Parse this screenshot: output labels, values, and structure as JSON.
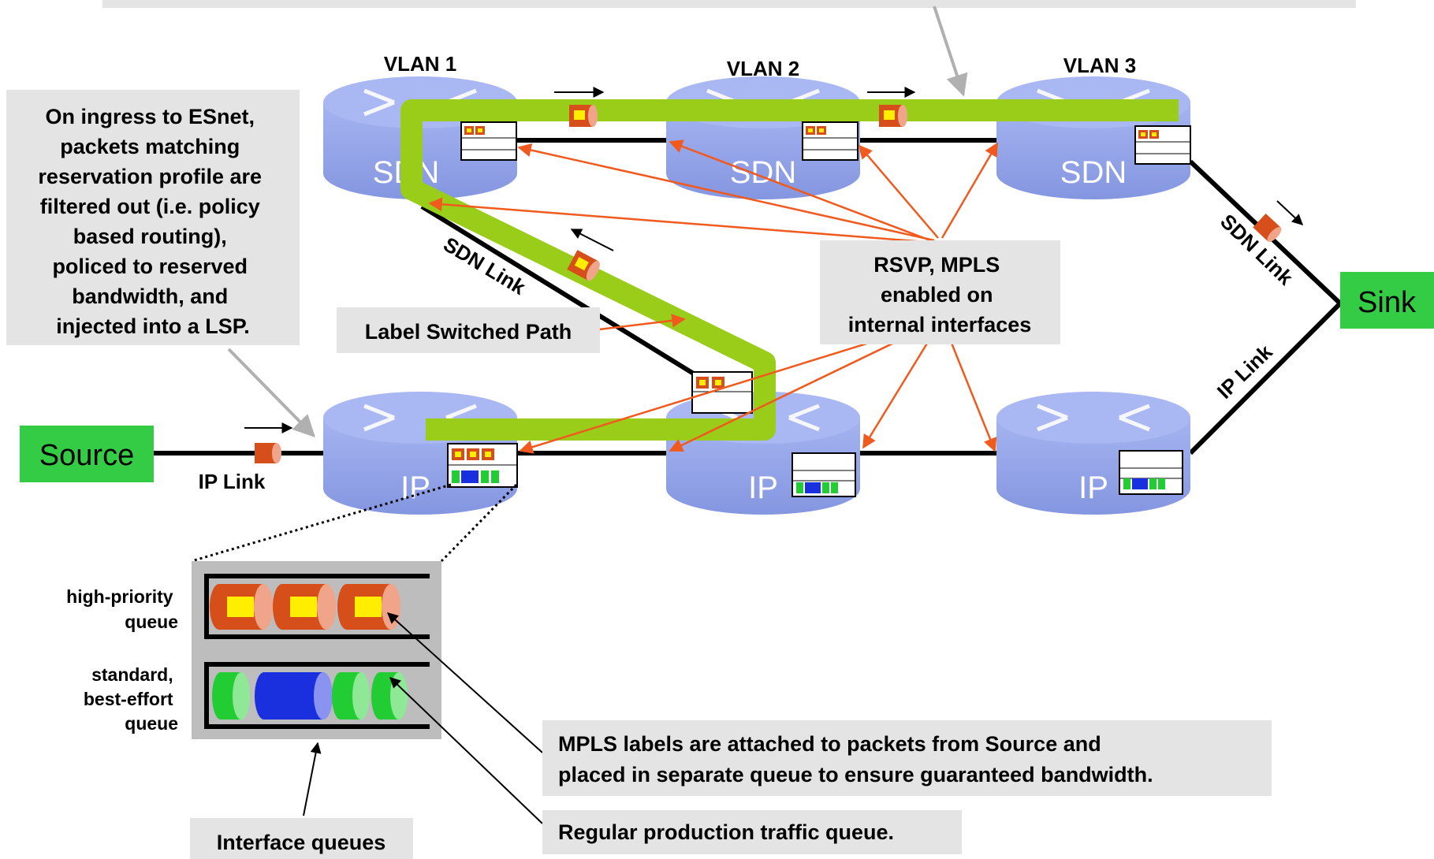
{
  "top_banner": "",
  "routers": {
    "r1": {
      "vlan": "VLAN 1",
      "type": "SDN"
    },
    "r2": {
      "vlan": "VLAN 2",
      "type": "SDN"
    },
    "r3": {
      "vlan": "VLAN 3",
      "type": "SDN"
    },
    "r4": {
      "type": "IP"
    },
    "r5": {
      "type": "IP"
    },
    "r6": {
      "type": "IP"
    }
  },
  "endpoints": {
    "source": "Source",
    "sink": "Sink"
  },
  "links": {
    "sdn_link_left": "SDN Link",
    "sdn_link_right": "SDN Link",
    "ip_link_left": "IP Link",
    "ip_link_right": "IP Link"
  },
  "callouts": {
    "ingress": [
      "On ingress to ESnet,",
      "packets matching",
      "reservation profile are",
      "filtered out (i.e. policy",
      "based routing),",
      "policed to reserved",
      "bandwidth, and",
      "injected into a LSP."
    ],
    "lsp": "Label Switched Path",
    "rsvp": [
      "RSVP, MPLS",
      "enabled on",
      "internal interfaces"
    ],
    "mpls": [
      "MPLS labels are attached to packets from Source and",
      "placed in separate queue to ensure guaranteed bandwidth."
    ],
    "regular": "Regular production traffic queue.",
    "interface_queues": "Interface queues"
  },
  "queues": {
    "high_label": [
      "high-priority",
      "queue"
    ],
    "standard_label": [
      "standard,",
      "best-effort",
      "queue"
    ]
  },
  "colors": {
    "router": "#8c9ee8",
    "router_top": "#a7b5f0",
    "lsp": "#9acd1a",
    "callout_bg": "#e4e4e4",
    "endpoint": "#33cc44",
    "arrow_orange": "#f05a1e",
    "packet_orange": "#d64e1a",
    "packet_yellow": "#ffee00"
  }
}
